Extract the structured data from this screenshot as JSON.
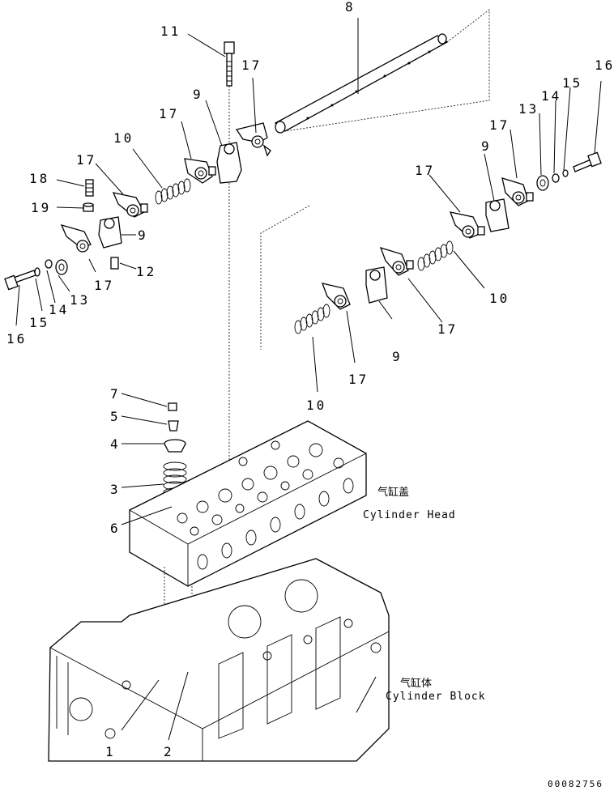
{
  "callouts": {
    "c1": "1",
    "c2": "2",
    "c3": "3",
    "c4": "4",
    "c5": "5",
    "c6": "6",
    "c7": "7",
    "c8": "8",
    "c9a": "9",
    "c9b": "9",
    "c9c": "9",
    "c9d": "9",
    "c10a": "10",
    "c10b": "10",
    "c10c": "10",
    "c11": "11",
    "c12": "12",
    "c13a": "13",
    "c13b": "13",
    "c14a": "14",
    "c14b": "14",
    "c15a": "15",
    "c15b": "15",
    "c16a": "16",
    "c16b": "16",
    "c17a": "17",
    "c17b": "17",
    "c17c": "17",
    "c17d": "17",
    "c17e": "17",
    "c17f": "17",
    "c17g": "17",
    "c18": "18",
    "c19": "19"
  },
  "labels": {
    "cylinder_head_cn": "气缸盖",
    "cylinder_head_en": "Cylinder Head",
    "cylinder_block_cn": "气缸体",
    "cylinder_block_en": "Cylinder Block"
  },
  "drawing_number": "00082756"
}
